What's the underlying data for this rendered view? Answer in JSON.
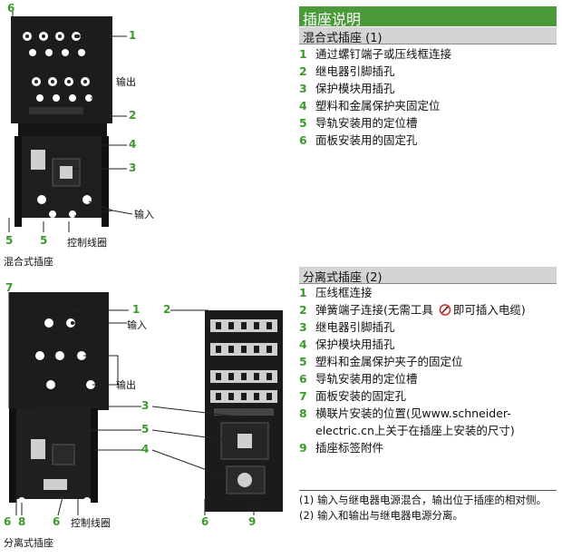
{
  "header": {
    "title": "插座说明"
  },
  "hybrid": {
    "subtitle": "混合式插座 (1)",
    "items": [
      {
        "num": "1",
        "text": "通过螺钉端子或压线框连接"
      },
      {
        "num": "2",
        "text": "继电器引脚插孔"
      },
      {
        "num": "3",
        "text": "保护模块用插孔"
      },
      {
        "num": "4",
        "text": "塑料和金属保护夹固定位"
      },
      {
        "num": "5",
        "text": "导轨安装用的定位槽"
      },
      {
        "num": "6",
        "text": "面板安装用的固定孔"
      }
    ],
    "caption": "混合式插座",
    "labels": {
      "output": "输出",
      "input": "输入",
      "coil": "控制线圈"
    }
  },
  "separate": {
    "subtitle": "分离式插座 (2)",
    "items": [
      {
        "num": "1",
        "text": "压线框连接"
      },
      {
        "num": "2",
        "text": "弹簧端子连接(无需工具",
        "text2": "即可插入电缆)"
      },
      {
        "num": "3",
        "text": "继电器引脚插孔"
      },
      {
        "num": "4",
        "text": "保护模块用插孔"
      },
      {
        "num": "5",
        "text": "塑料和金属保护夹子的固定位"
      },
      {
        "num": "6",
        "text": "导轨安装用的定位槽"
      },
      {
        "num": "7",
        "text": "面板安装的固定孔"
      },
      {
        "num": "8",
        "text": "横联片安装的位置(见www.schneider-electric.cn上关于在插座上安装的尺寸)"
      },
      {
        "num": "9",
        "text": "插座标签附件"
      }
    ],
    "caption": "分离式插座",
    "labels": {
      "input": "输入",
      "output": "输出",
      "coil": "控制线圈"
    }
  },
  "notes": [
    "(1) 输入与继电器电源混合，输出位于插座的相对侧。",
    "(2) 输入和输出与继电器电源分离。"
  ]
}
